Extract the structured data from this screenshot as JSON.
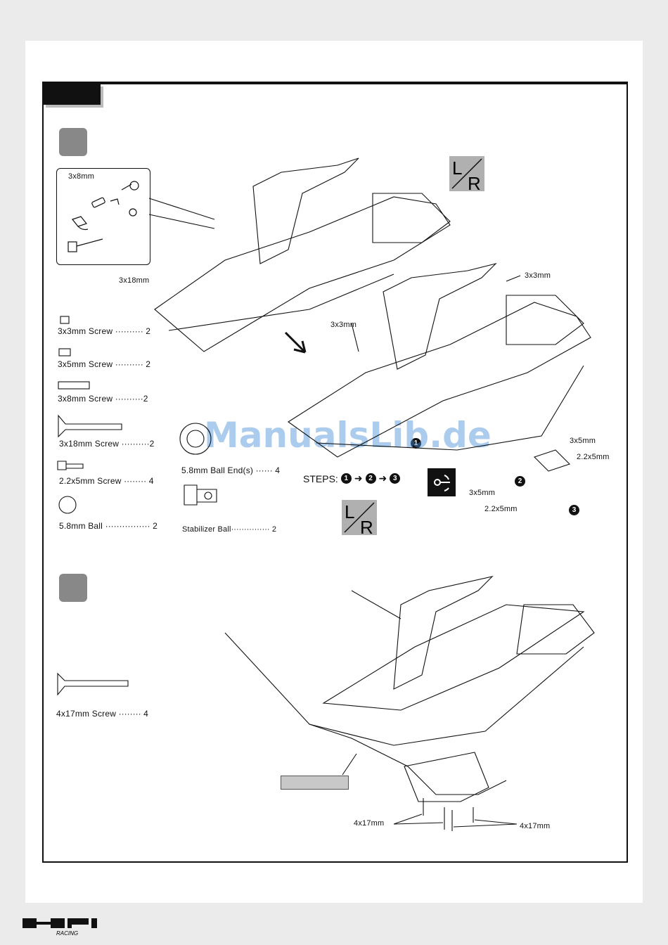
{
  "step_a": {
    "inset_label": "3x8mm",
    "callouts": {
      "c3x18": "3x18mm",
      "c3x3_top": "3x3mm",
      "c3x3_mid": "3x3mm",
      "c3x5_a": "3x5mm",
      "c22x5_a": "2.2x5mm",
      "c3x5_b": "3x5mm",
      "c22x5_b": "2.2x5mm"
    },
    "parts": [
      {
        "name": "3x3mm  Screw",
        "qty": "2"
      },
      {
        "name": "3x5mm  Screw",
        "qty": "2"
      },
      {
        "name": "3x8mm  Screw",
        "qty": "2"
      },
      {
        "name": "3x18mm Screw",
        "qty": "2"
      },
      {
        "name": "2.2x5mm  Screw",
        "qty": "4"
      },
      {
        "name": "5.8mm Ball",
        "qty": "2"
      },
      {
        "name": "5.8mm Ball End(s)",
        "qty": "4"
      },
      {
        "name": "Stabilizer Ball",
        "qty": "2"
      }
    ],
    "steps_label": "STEPS:",
    "steps": [
      "1",
      "2",
      "3"
    ],
    "badge2": "2",
    "badge3": "3",
    "badge1": "1",
    "lr_l": "L",
    "lr_r": "R"
  },
  "step_b": {
    "parts": [
      {
        "name": "4x17mm  Screw",
        "qty": "4"
      }
    ],
    "callout_left": "4x17mm",
    "callout_right": "4x17mm"
  },
  "watermark": "ManualsLib.de",
  "logo_text": "HPI",
  "logo_sub": "RACING"
}
